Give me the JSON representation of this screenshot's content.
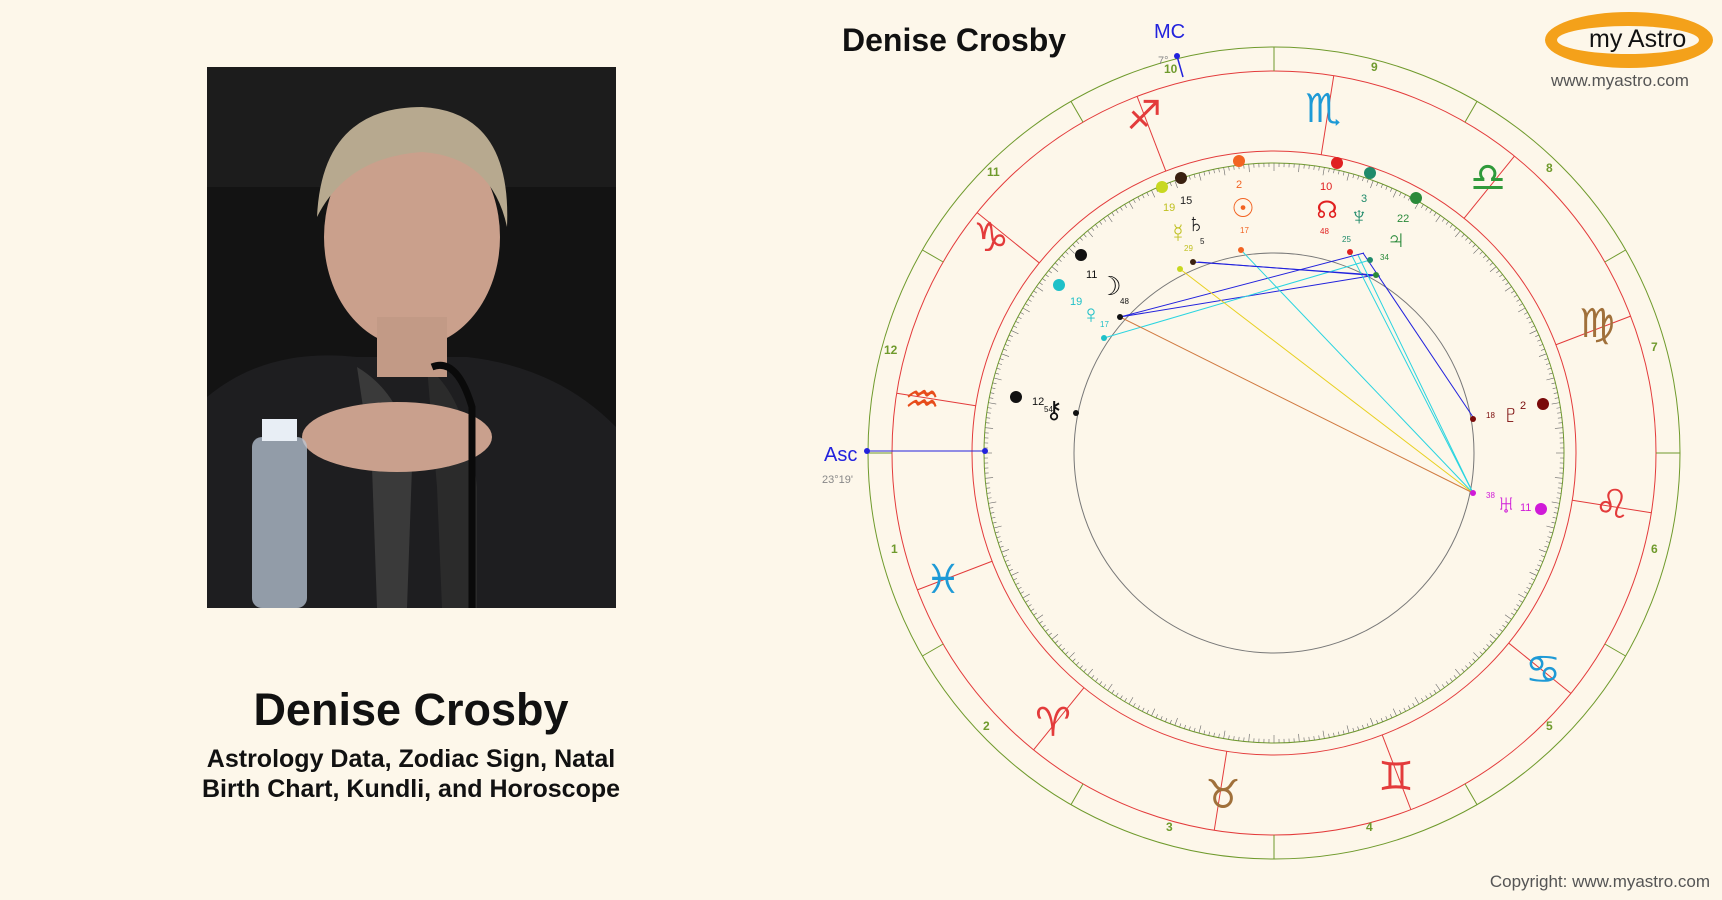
{
  "person": {
    "name": "Denise Crosby",
    "subtitle_line1": "Astrology Data, Zodiac Sign, Natal",
    "subtitle_line2": "Birth Chart, Kundli, and Horoscope"
  },
  "chart": {
    "title": "Denise Crosby",
    "asc_label": "Asc",
    "asc_degree": "23°19'",
    "mc_label": "MC",
    "mc_degree": "7°",
    "house_numbers": [
      "1",
      "2",
      "3",
      "4",
      "5",
      "6",
      "7",
      "8",
      "9",
      "10",
      "11",
      "12"
    ]
  },
  "brand": {
    "logo_text": "my Astro",
    "site": "www.myastro.com",
    "copyright": "Copyright: www.myastro.com"
  },
  "colors": {
    "background": "#fdf7ea",
    "ring_red": "#e33b3b",
    "ring_green": "#6f9a2c",
    "logo_orange": "#f4a11a",
    "asc_blue": "#2222dd"
  }
}
